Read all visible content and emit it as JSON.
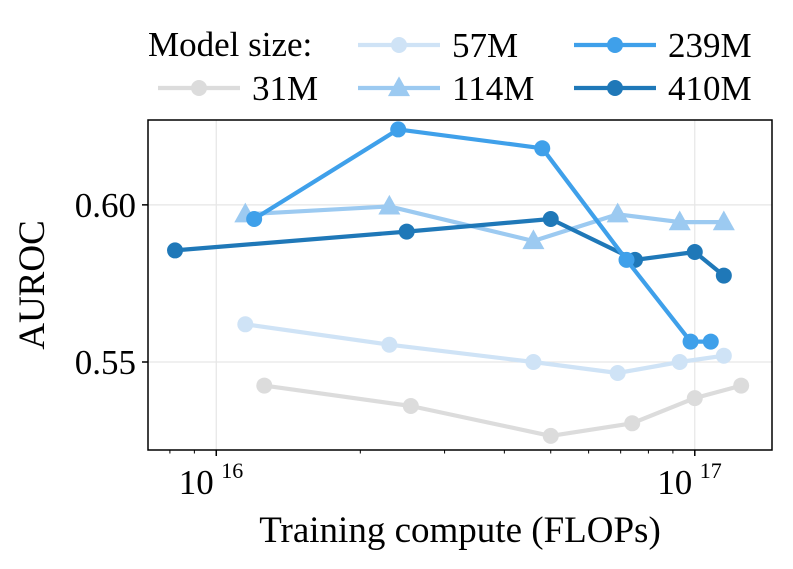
{
  "chart_data": {
    "type": "line",
    "xlabel": "Training compute (FLOPs)",
    "ylabel": "AUROC",
    "x_scale": "log",
    "xlim": [
      7200000000000000.0,
      1.45e+17
    ],
    "ylim": [
      0.522,
      0.627
    ],
    "x_ticks": [
      {
        "value": 1e+16,
        "base": "10",
        "exp": "16"
      },
      {
        "value": 1e+17,
        "base": "10",
        "exp": "17"
      }
    ],
    "y_ticks": [
      {
        "value": 0.55,
        "label": "0.55"
      },
      {
        "value": 0.6,
        "label": "0.60"
      }
    ],
    "grid": true,
    "legend_title": "Model size:",
    "legend_placement": "top, outside plot",
    "series": [
      {
        "name": "31M",
        "color": "#dcdcdc",
        "marker": "circle",
        "x": [
          1.26e+16,
          2.55e+16,
          5e+16,
          7.4e+16,
          1e+17,
          1.25e+17
        ],
        "y": [
          0.5425,
          0.536,
          0.5265,
          0.5305,
          0.5385,
          0.5425
        ]
      },
      {
        "name": "57M",
        "color": "#cfe3f6",
        "marker": "circle",
        "x": [
          1.15e+16,
          2.3e+16,
          4.6e+16,
          6.9e+16,
          9.3e+16,
          1.15e+17
        ],
        "y": [
          0.562,
          0.5555,
          0.55,
          0.5465,
          0.55,
          0.552
        ]
      },
      {
        "name": "114M",
        "color": "#9ccaf1",
        "marker": "triangle",
        "x": [
          1.15e+16,
          2.3e+16,
          4.6e+16,
          6.9e+16,
          9.3e+16,
          1.15e+17
        ],
        "y": [
          0.597,
          0.5995,
          0.5885,
          0.597,
          0.5945,
          0.5945
        ]
      },
      {
        "name": "239M",
        "color": "#3fa0ea",
        "marker": "circle",
        "x": [
          1.2e+16,
          2.4e+16,
          4.8e+16,
          7.2e+16,
          9.8e+16,
          1.08e+17
        ],
        "y": [
          0.5955,
          0.624,
          0.618,
          0.5825,
          0.5565,
          0.5565
        ]
      },
      {
        "name": "410M",
        "color": "#1f78b8",
        "marker": "circle",
        "x": [
          8200000000000000.0,
          2.5e+16,
          5e+16,
          7.5e+16,
          1e+17,
          1.15e+17
        ],
        "y": [
          0.5855,
          0.5915,
          0.5955,
          0.5825,
          0.585,
          0.5775
        ]
      }
    ]
  }
}
